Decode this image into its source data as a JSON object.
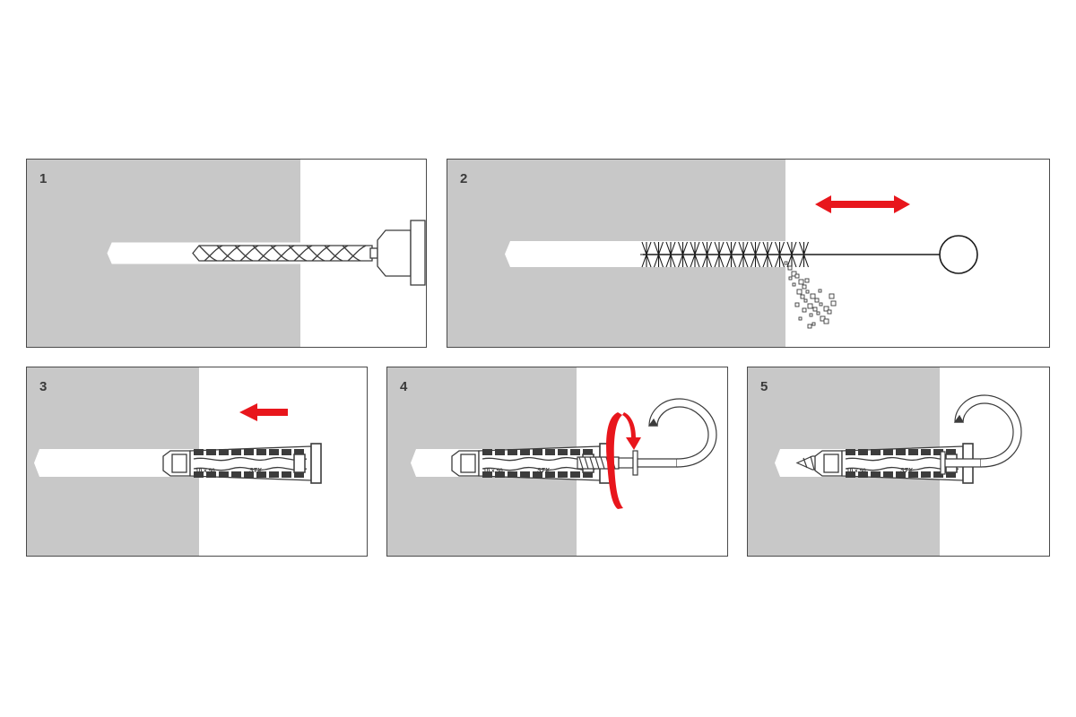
{
  "steps": [
    {
      "number": "1",
      "action": "drill-hole"
    },
    {
      "number": "2",
      "action": "clean-hole"
    },
    {
      "number": "3",
      "action": "insert-plug"
    },
    {
      "number": "4",
      "action": "screw-in-hook"
    },
    {
      "number": "5",
      "action": "mounted"
    }
  ],
  "plug_marking": {
    "size": "10 x 50",
    "brand": "STX"
  },
  "colors": {
    "wall": "#c8c8c8",
    "outline": "#4a4a4a",
    "arrow": "#e8161c",
    "plug": "#3c3c3c"
  },
  "icons": [
    "drill-bit-icon",
    "cleaning-brush-icon",
    "double-arrow-icon",
    "left-arrow-icon",
    "rotation-arrow-icon",
    "wall-plug-icon",
    "hook-screw-icon"
  ]
}
